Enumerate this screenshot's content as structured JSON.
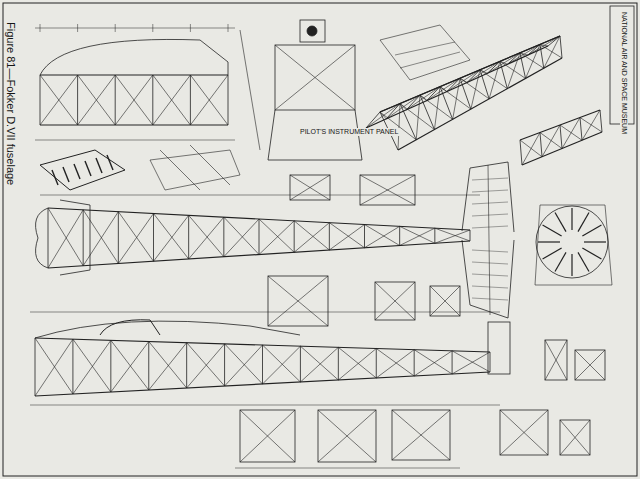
{
  "diagram": {
    "labels": [
      "Figure 81—Fokker D.VII fuselage",
      "PILOT'S INSTRUMENT PANEL",
      "NATIONAL AIR AND SPACE MUSEUM"
    ]
  }
}
